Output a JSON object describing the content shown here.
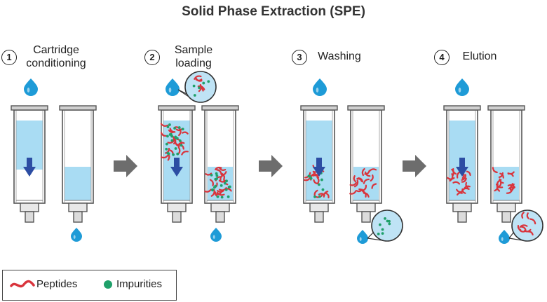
{
  "title": "Solid Phase Extraction (SPE)",
  "steps": [
    {
      "number": "1",
      "label_line1": "Cartridge",
      "label_line2": "conditioning"
    },
    {
      "number": "2",
      "label_line1": "Sample",
      "label_line2": "loading"
    },
    {
      "number": "3",
      "label_line1": "Washing",
      "label_line2": ""
    },
    {
      "number": "4",
      "label_line1": "Elution",
      "label_line2": ""
    }
  ],
  "legend": {
    "peptides": "Peptides",
    "impurities": "Impurities"
  },
  "colors": {
    "droplet": "#1e9bd7",
    "liquid": "#a9dcf3",
    "arrow": "#2c4da3",
    "peptide": "#d9343c",
    "impurity": "#1fa06a",
    "step_arrow": "#6d6d6d"
  }
}
